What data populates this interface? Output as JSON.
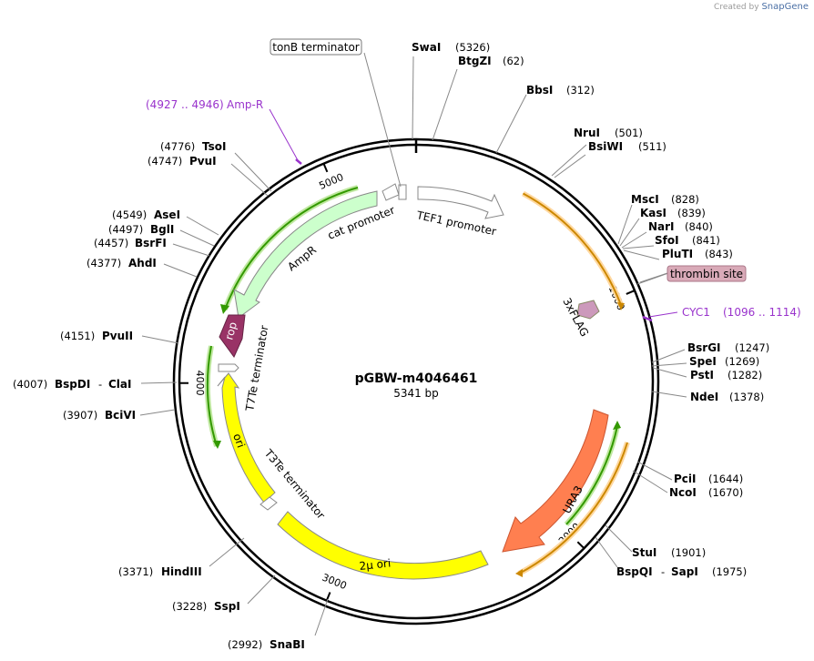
{
  "watermark": {
    "prefix": "Created by",
    "brand": "SnapGene"
  },
  "plasmid": {
    "name": "pGBW-m4046461",
    "size": "5341 bp"
  },
  "ticks": [
    {
      "label": "1000",
      "bp": 1000
    },
    {
      "label": "2000",
      "bp": 2000
    },
    {
      "label": "3000",
      "bp": 3000
    },
    {
      "label": "4000",
      "bp": 4000
    },
    {
      "label": "5000",
      "bp": 5000
    }
  ],
  "enzymes_right": [
    {
      "name": "SwaI",
      "pos": "(5326)"
    },
    {
      "name": "BtgZI",
      "pos": "(62)"
    },
    {
      "name": "BbsI",
      "pos": "(312)"
    },
    {
      "name": "NruI",
      "pos": "(501)"
    },
    {
      "name": "BsiWI",
      "pos": "(511)"
    },
    {
      "name": "MscI",
      "pos": "(828)"
    },
    {
      "name": "KasI",
      "pos": "(839)"
    },
    {
      "name": "NarI",
      "pos": "(840)"
    },
    {
      "name": "SfoI",
      "pos": "(841)"
    },
    {
      "name": "PluTI",
      "pos": "(843)"
    },
    {
      "name": "BsrGI",
      "pos": "(1247)"
    },
    {
      "name": "SpeI",
      "pos": "(1269)"
    },
    {
      "name": "PstI",
      "pos": "(1282)"
    },
    {
      "name": "NdeI",
      "pos": "(1378)"
    },
    {
      "name": "PciI",
      "pos": "(1644)"
    },
    {
      "name": "NcoI",
      "pos": "(1670)"
    },
    {
      "name": "StuI",
      "pos": "(1901)"
    },
    {
      "name": "BspQI",
      "pos": "(1975)"
    },
    {
      "name": "SapI",
      "pos": ""
    }
  ],
  "enzymes_left": [
    {
      "name": "TsoI",
      "pos": "(4776)"
    },
    {
      "name": "PvuI",
      "pos": "(4747)"
    },
    {
      "name": "AseI",
      "pos": "(4549)"
    },
    {
      "name": "BglI",
      "pos": "(4497)"
    },
    {
      "name": "BsrFI",
      "pos": "(4457)"
    },
    {
      "name": "AhdI",
      "pos": "(4377)"
    },
    {
      "name": "PvuII",
      "pos": "(4151)"
    },
    {
      "name": "BspDI",
      "pos": "(4007)"
    },
    {
      "name": "ClaI",
      "pos": ""
    },
    {
      "name": "BciVI",
      "pos": "(3907)"
    },
    {
      "name": "HindIII",
      "pos": "(3371)"
    },
    {
      "name": "SspI",
      "pos": "(3228)"
    },
    {
      "name": "SnaBI",
      "pos": "(2992)"
    }
  ],
  "features": {
    "tonB": "tonB terminator",
    "tef1": "TEF1 promoter",
    "cat": "cat promoter",
    "ampr": "AmpR",
    "rop": "rop",
    "t7te": "T7Te terminator",
    "ori": "ori",
    "t3te": "T3Te terminator",
    "two_mu": "2μ ori",
    "ura3": "URA3",
    "flag": "3xFLAG",
    "thrombin": "thrombin site"
  },
  "primers": {
    "ampr_primer": {
      "range": "(4927 .. 4946)",
      "name": "Amp-R"
    },
    "cyc1_primer": {
      "name": "CYC1",
      "range": "(1096 .. 1114)"
    }
  },
  "colors": {
    "backbone": "#000000",
    "promoter": "#ffffff",
    "ampr_fill": "#ccffcc",
    "rop_fill": "#993366",
    "ori_fill": "#ffff00",
    "ura3_fill": "#ff7f50",
    "flag_fill": "#cc99bb",
    "thrombin_fill": "#d9aab8",
    "orf_green": "#339900",
    "orf_orange": "#cc8800",
    "primer_purple": "#9933cc"
  }
}
